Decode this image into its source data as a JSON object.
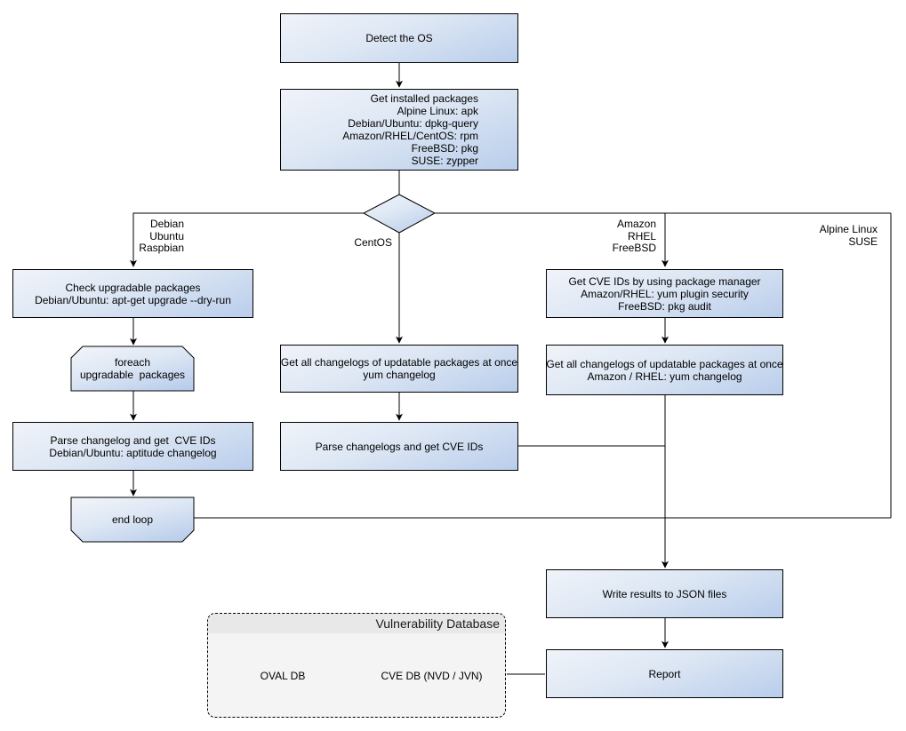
{
  "colors": {
    "node_fill_light": "#f0f3f9",
    "node_fill_blue": "#b9cdeb",
    "node_border": "#000000",
    "connector": "#000000",
    "db_container_fill": "#f4f4f4",
    "db_header_fill": "#e8e8e8"
  },
  "nodes": {
    "detect_os": {
      "label": "Detect the OS"
    },
    "get_installed_packages": {
      "lines": [
        "Get installed packages",
        "Alpine Linux: apk",
        "Debian/Ubuntu: dpkg-query",
        "Amazon/RHEL/CentOS: rpm",
        "FreeBSD: pkg",
        "SUSE: zypper"
      ]
    },
    "check_upgradable": {
      "lines": [
        "Check upgradable packages",
        "Debian/Ubuntu: apt-get upgrade --dry-run"
      ]
    },
    "foreach_loop": {
      "lines": [
        "foreach",
        "upgradable  packages"
      ]
    },
    "parse_changelog_deb": {
      "lines": [
        "Parse changelog and get  CVE IDs",
        "Debian/Ubuntu: aptitude changelog"
      ]
    },
    "end_loop": {
      "label": "end loop"
    },
    "get_changelogs_centos": {
      "lines": [
        "Get all changelogs of updatable packages at once",
        "yum changelog"
      ]
    },
    "parse_changelogs_centos": {
      "label": "Parse changelogs and get CVE IDs"
    },
    "get_cve_ids_pkg_mgr": {
      "lines": [
        "Get CVE IDs by using package manager",
        "Amazon/RHEL: yum plugin security",
        "FreeBSD: pkg audit"
      ]
    },
    "get_changelogs_amazon": {
      "lines": [
        "Get all changelogs of updatable packages at once",
        "Amazon / RHEL: yum changelog"
      ]
    },
    "write_results": {
      "label": "Write results to JSON files"
    },
    "report": {
      "label": "Report"
    }
  },
  "branch_labels": {
    "debian": {
      "lines": [
        "Debian",
        "Ubuntu",
        "Raspbian"
      ]
    },
    "centos": {
      "label": "CentOS"
    },
    "amazon": {
      "lines": [
        "Amazon",
        "RHEL",
        "FreeBSD"
      ]
    },
    "alpine": {
      "lines": [
        "Alpine Linux",
        "SUSE"
      ]
    }
  },
  "database": {
    "title": "Vulnerability Database",
    "oval_db": "OVAL DB",
    "cve_db": "CVE DB (NVD / JVN)"
  }
}
